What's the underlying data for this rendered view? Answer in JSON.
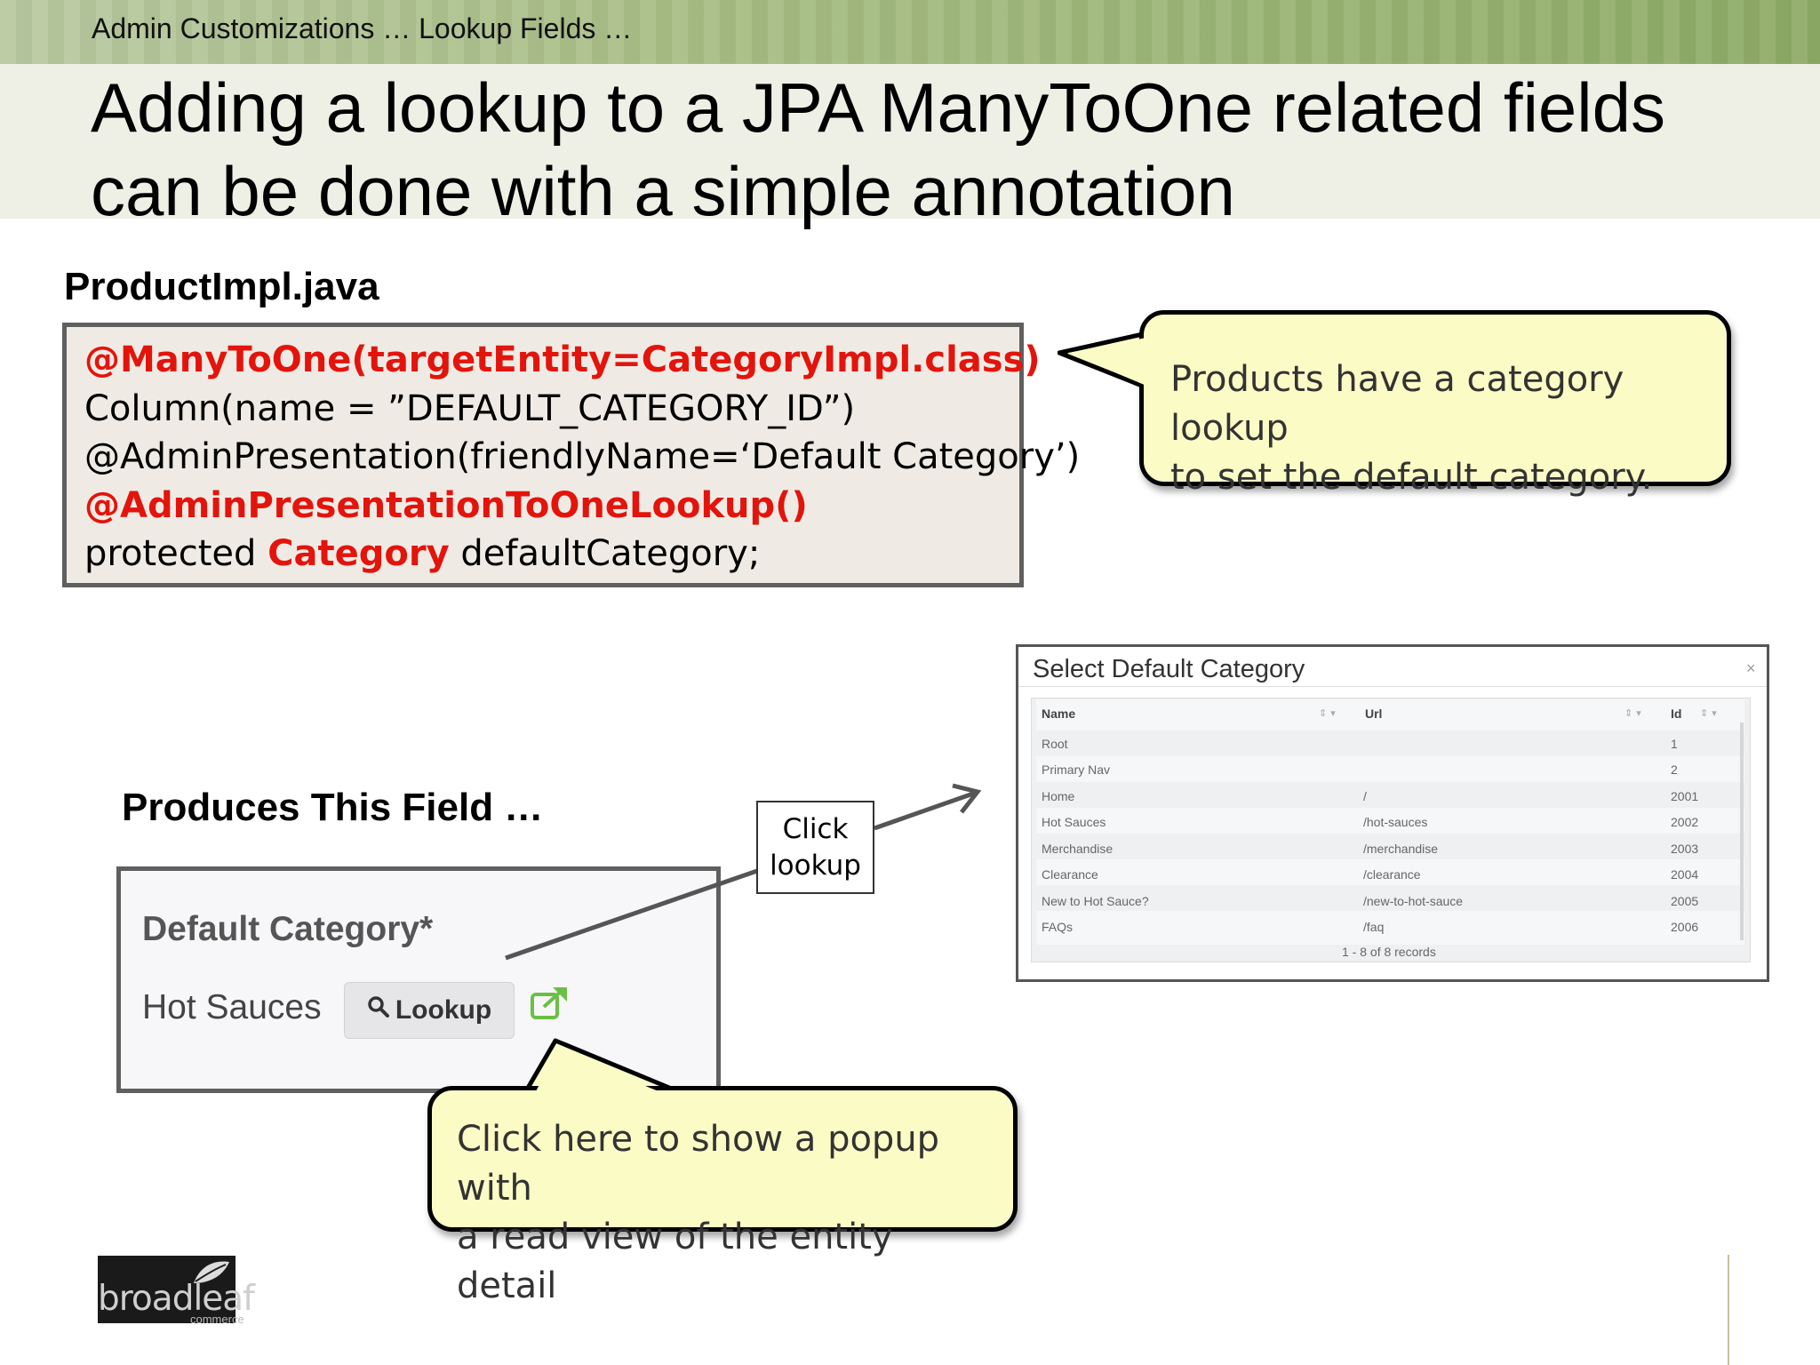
{
  "header": {
    "breadcrumb": "Admin Customizations … Lookup Fields …",
    "title_line1": "Adding a lookup to a JPA ManyToOne related fields",
    "title_line2": "can be done with a simple annotation"
  },
  "code": {
    "file_label": "ProductImpl.java",
    "line1": "@ManyToOne(targetEntity=CategoryImpl.class)",
    "line2": "Column(name = ”DEFAULT_CATEGORY_ID”)",
    "line3": "@AdminPresentation(friendlyName=‘Default Category’)",
    "line4": "@AdminPresentationToOneLookup()",
    "line5_prefix": "protected ",
    "line5_type": "Category",
    "line5_suffix": " defaultCategory;"
  },
  "callouts": {
    "category_line1": "Products have a category lookup",
    "category_line2": "to set the default category.",
    "popup_line1": "Click here to show a popup with",
    "popup_line2": "a read view of the entity detail",
    "click_line1": "Click",
    "click_line2": "lookup"
  },
  "field": {
    "section_label": "Produces This Field …",
    "label": "Default Category*",
    "value": "Hot Sauces",
    "lookup_button": "Lookup",
    "search_icon": "search-icon",
    "external_link_icon": "external-link-icon"
  },
  "dialog": {
    "title": "Select Default Category",
    "close": "×",
    "columns": [
      "Name",
      "Url",
      "Id"
    ],
    "rows": [
      {
        "name": "Root",
        "url": "",
        "id": "1"
      },
      {
        "name": "Primary Nav",
        "url": "",
        "id": "2"
      },
      {
        "name": "Home",
        "url": "/",
        "id": "2001"
      },
      {
        "name": "Hot Sauces",
        "url": "/hot-sauces",
        "id": "2002"
      },
      {
        "name": "Merchandise",
        "url": "/merchandise",
        "id": "2003"
      },
      {
        "name": "Clearance",
        "url": "/clearance",
        "id": "2004"
      },
      {
        "name": "New to Hot Sauce?",
        "url": "/new-to-hot-sauce",
        "id": "2005"
      },
      {
        "name": "FAQs",
        "url": "/faq",
        "id": "2006"
      }
    ],
    "records": "1 - 8 of 8 records"
  },
  "logo": {
    "text": "broadleaf",
    "sub": "commerce"
  },
  "colors": {
    "accent_red": "#e3140c",
    "callout_fill": "#fbfbc6",
    "header_green": "#a7bd84"
  }
}
